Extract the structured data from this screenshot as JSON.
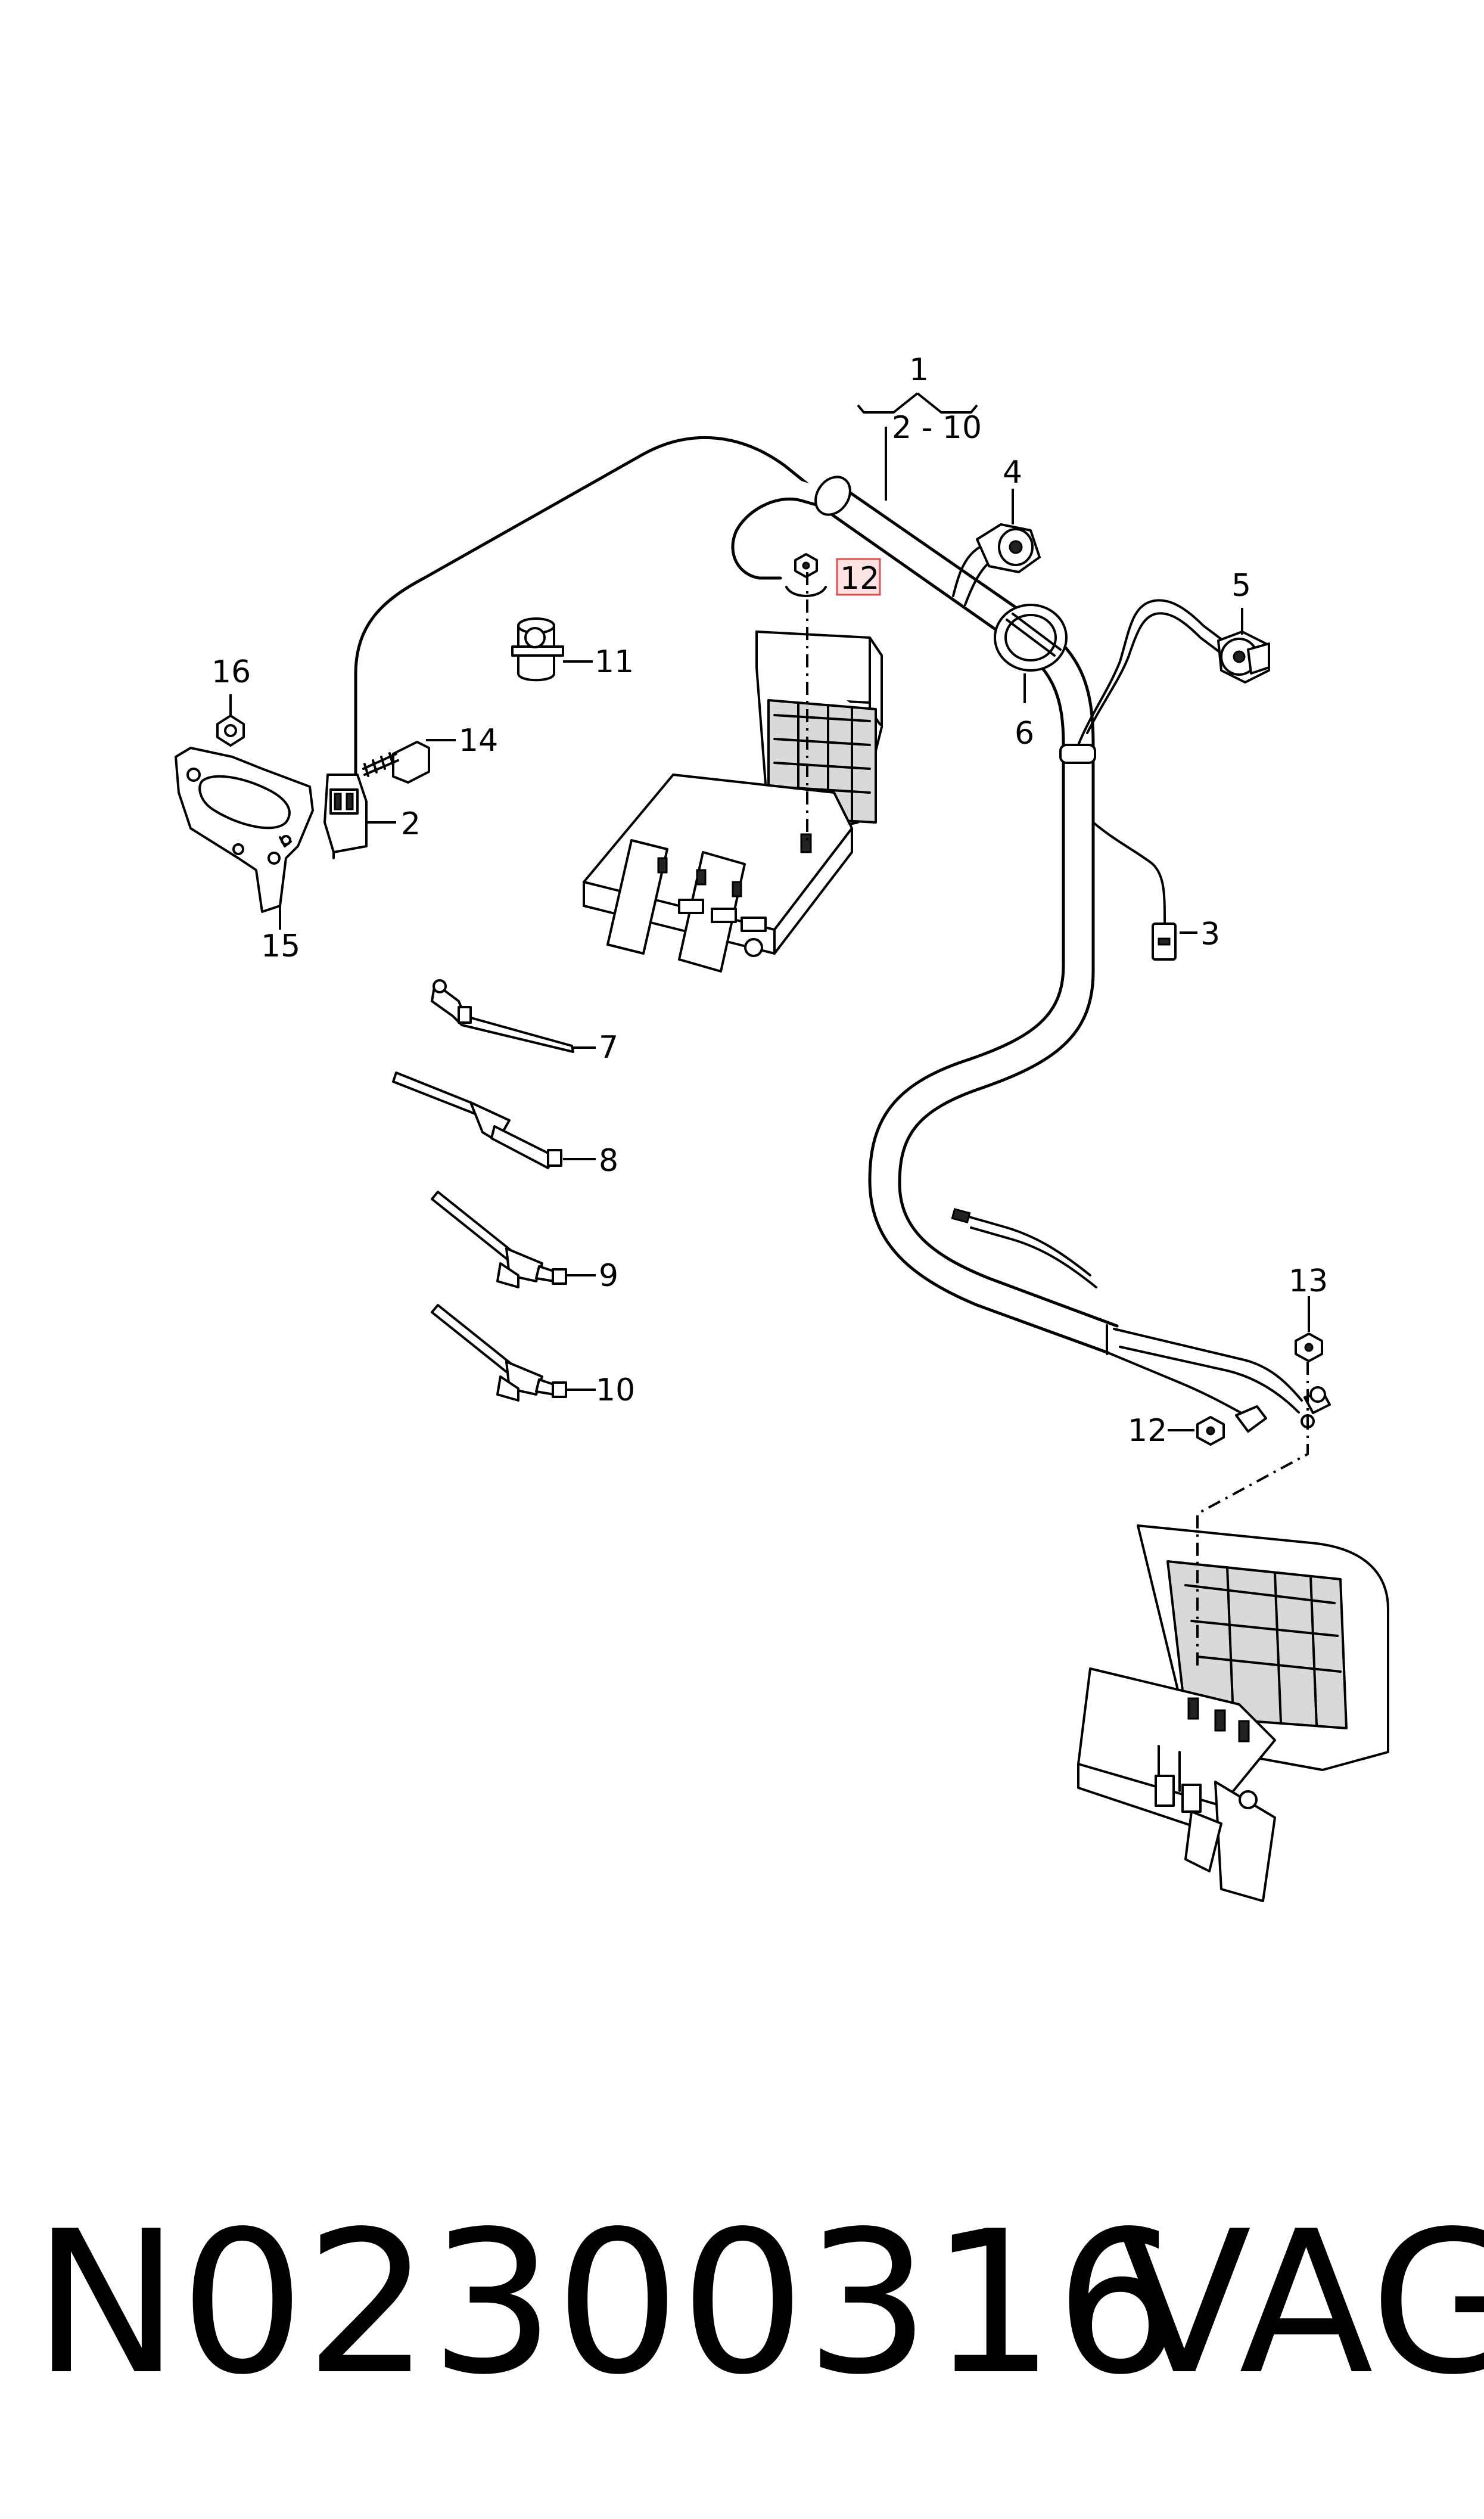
{
  "callouts": {
    "p1": "1",
    "p1_range": "2 - 10",
    "p2": "2",
    "p3": "3",
    "p4": "4",
    "p5": "5",
    "p6": "6",
    "p7": "7",
    "p8": "8",
    "p9": "9",
    "p10": "10",
    "p11": "11",
    "p12_top": "12",
    "p12_bottom": "12",
    "p13": "13",
    "p14": "14",
    "p15": "15",
    "p16": "16"
  },
  "footer": {
    "doc_number": "N02300316",
    "brand": "VAG"
  },
  "colors": {
    "line": "#000000",
    "highlight_fill": "#fde3e3",
    "highlight_border": "#e05050"
  }
}
